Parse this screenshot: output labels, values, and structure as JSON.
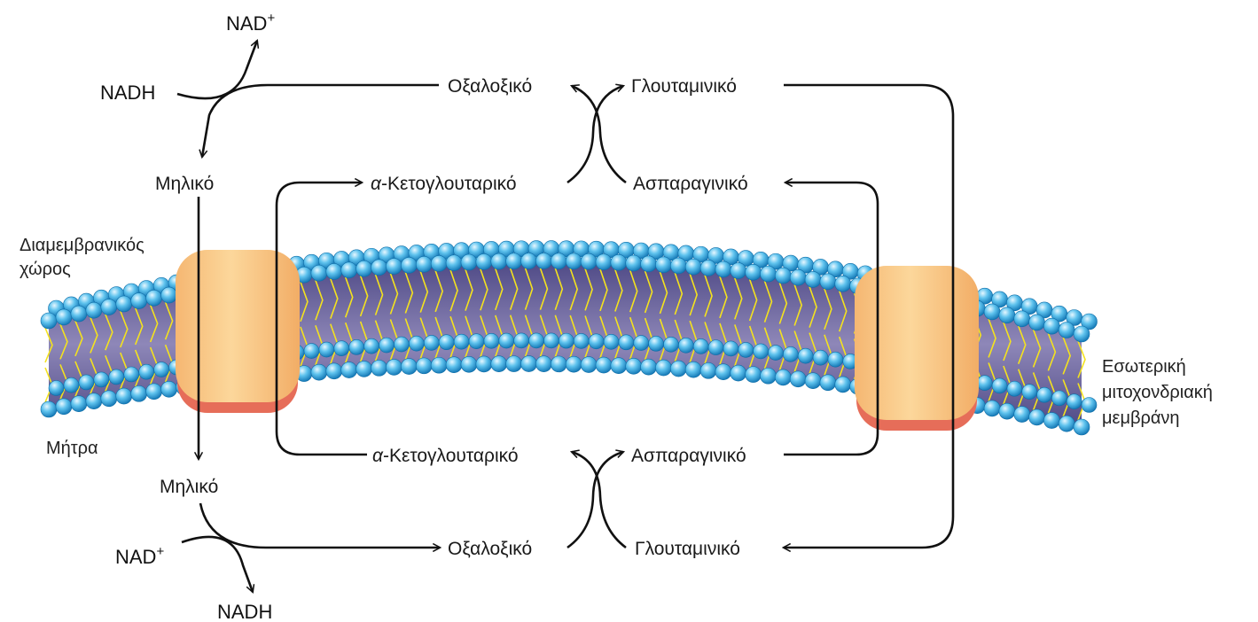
{
  "labels": {
    "nad_plus": "NAD",
    "plus": "+",
    "nadh": "NADH",
    "malate": "Μηλικό",
    "oxaloacetate": "Οξαλοξικό",
    "glutamate": "Γλουταμινικό",
    "aspartate": "Ασπαραγινικό",
    "alpha": "α",
    "ketoglutarate": "-Κετογλουταρικό"
  },
  "regions": {
    "intermembrane_line1": "Διαμεμβρανικός",
    "intermembrane_line2": "χώρος",
    "matrix": "Μήτρα",
    "membrane_line1": "Εσωτερική",
    "membrane_line2": "μιτοχονδριακή",
    "membrane_line3": "μεμβράνη"
  },
  "colors": {
    "head_light": "#bfe9fb",
    "head_dark": "#1f97d0",
    "core_purple": "#6f6a9e",
    "tail_yellow": "#f4e21e",
    "protein_light": "#fbd696",
    "protein_dark": "#f0a85e",
    "protein_base": "#e8705c",
    "line": "#111111"
  }
}
